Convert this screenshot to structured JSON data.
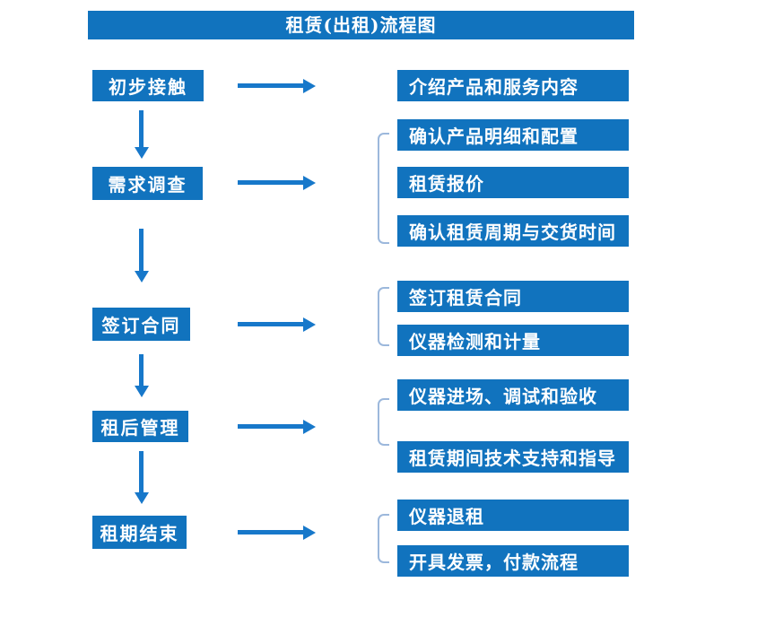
{
  "title": "租赁(出租)流程图",
  "colors": {
    "box_blue": "#1173BE",
    "arrow_blue": "#1778CA",
    "bracket_blue": "#9CB8DC"
  },
  "stages": [
    {
      "label": "初步接触",
      "outputs": [
        "介绍产品和服务内容"
      ]
    },
    {
      "label": "需求调查",
      "outputs": [
        "确认产品明细和配置",
        "租赁报价",
        "确认租赁周期与交货时间"
      ]
    },
    {
      "label": "签订合同",
      "outputs": [
        "签订租赁合同",
        "仪器检测和计量"
      ]
    },
    {
      "label": "租后管理",
      "outputs": [
        "仪器进场、调试和验收",
        "租赁期间技术支持和指导"
      ]
    },
    {
      "label": "租期结束",
      "outputs": [
        "仪器退租",
        "开具发票，付款流程"
      ]
    }
  ]
}
